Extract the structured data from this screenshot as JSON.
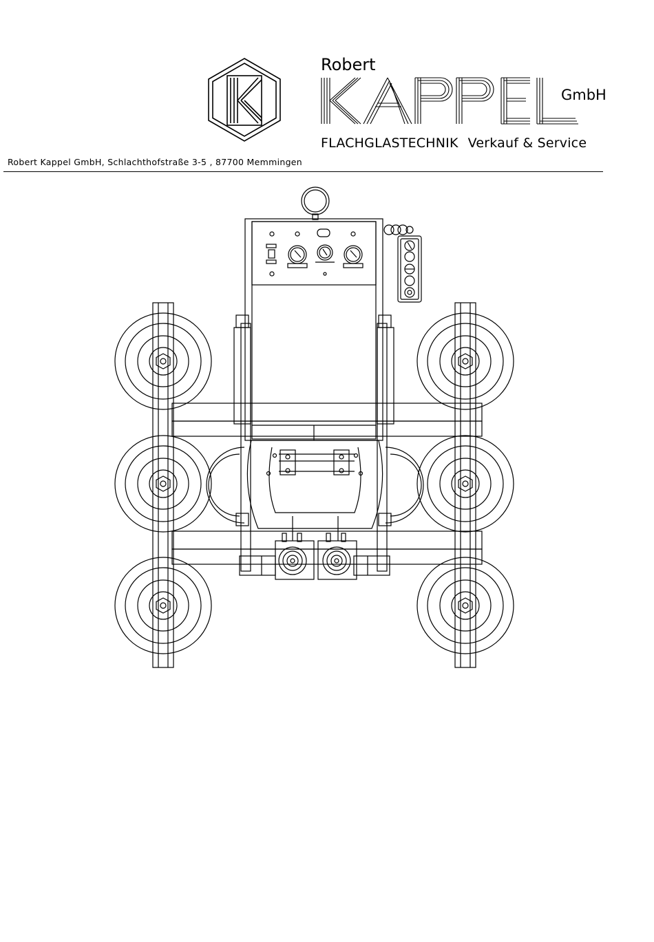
{
  "header": {
    "logo_letter": "K",
    "company_first": "Robert",
    "company_name": "KAPPEL",
    "company_suffix": "GmbH",
    "division": "FLACHGLASTECHNIK",
    "services": "Verkauf & Service",
    "address": "Robert Kappel GmbH, Schlachthofstraße 3-5 , 87700 Memmingen"
  },
  "colors": {
    "line": "#000000",
    "background": "#ffffff"
  }
}
